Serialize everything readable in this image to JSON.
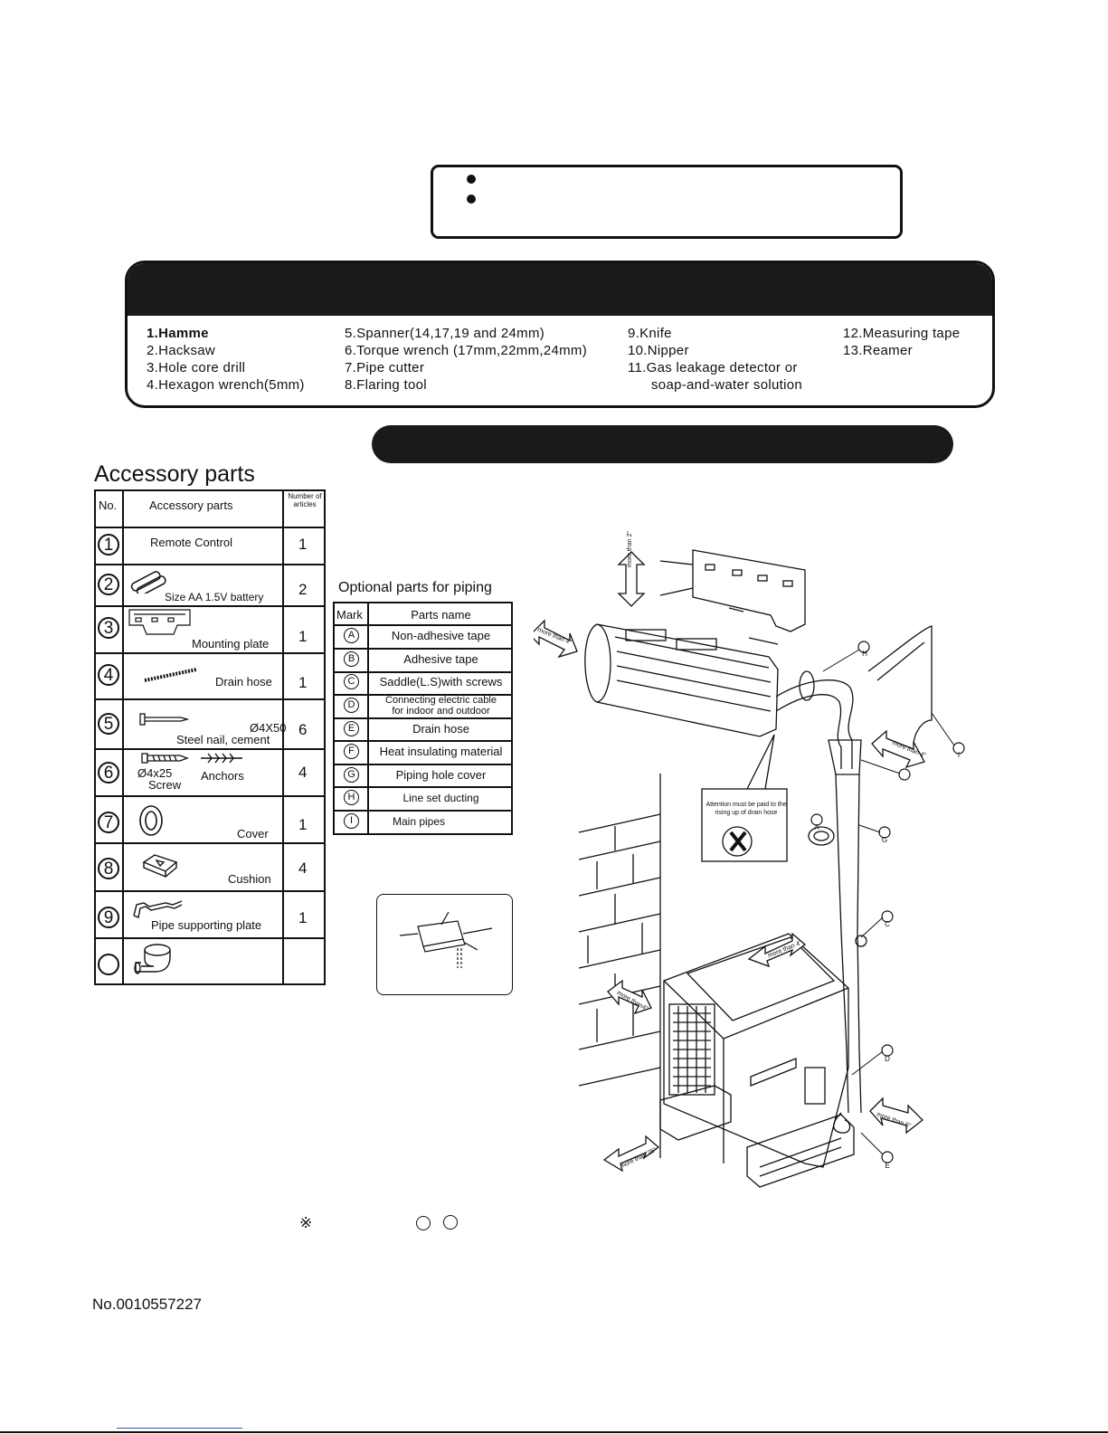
{
  "tools": {
    "col1": [
      "1.Hamme",
      "2.Hacksaw",
      "3.Hole core drill",
      "4.Hexagon wrench(5mm)"
    ],
    "col2": [
      "5.Spanner(14,17,19 and 24mm)",
      "6.Torque wrench (17mm,22mm,24mm)",
      "7.Pipe cutter",
      "8.Flaring tool"
    ],
    "col3": [
      "9.Knife",
      "10.Nipper",
      "11.Gas leakage detector or",
      "soap-and-water solution"
    ],
    "col4": [
      "12.Measuring tape",
      "13.Reamer"
    ]
  },
  "accessory": {
    "title": "Accessory parts",
    "headers": {
      "no": "No.",
      "parts": "Accessory parts",
      "count": "Number of articles"
    },
    "rows": [
      {
        "no": "1",
        "name": "Remote Control",
        "count": "1"
      },
      {
        "no": "2",
        "name": "Size AA 1.5V battery",
        "count": "2"
      },
      {
        "no": "3",
        "name": "Mounting plate",
        "count": "1"
      },
      {
        "no": "4",
        "name": "Drain hose",
        "count": "1"
      },
      {
        "no": "5",
        "name": "Ø4X50",
        "name2": "Steel nail, cement",
        "count": "6"
      },
      {
        "no": "6",
        "name": "Ø4x25",
        "name2": "Screw",
        "name3": "Anchors",
        "count": "4"
      },
      {
        "no": "7",
        "name": "Cover",
        "count": "1"
      },
      {
        "no": "8",
        "name": "Cushion",
        "count": "4"
      },
      {
        "no": "9",
        "name": "Pipe supporting plate",
        "count": "1"
      },
      {
        "no": "",
        "name": "",
        "count": ""
      }
    ]
  },
  "optional": {
    "title": "Optional parts for piping",
    "headers": {
      "mark": "Mark",
      "name": "Parts name"
    },
    "rows": [
      {
        "mark": "A",
        "name": "Non-adhesive tape"
      },
      {
        "mark": "B",
        "name": "Adhesive tape"
      },
      {
        "mark": "C",
        "name": "Saddle(L.S)with screws"
      },
      {
        "mark": "D",
        "name": "Connecting electric cable",
        "name2": "for indoor and outdoor"
      },
      {
        "mark": "E",
        "name": "Drain hose"
      },
      {
        "mark": "F",
        "name": "Heat insulating material"
      },
      {
        "mark": "G",
        "name": "Piping hole cover"
      },
      {
        "mark": "H",
        "name": "Line set ducting"
      },
      {
        "mark": "I",
        "name": "Main pipes"
      }
    ]
  },
  "diagram": {
    "clearances": {
      "top": "more than 2\"",
      "left": "more than 4\"",
      "right_pipe": "more than 4\"",
      "outdoor_top": "more than 4\"",
      "outdoor_wall": "more than4\"",
      "outdoor_side": "more than 6\"",
      "outdoor_front": "more than 25\""
    },
    "attention": "Attention must be paid to the rising up of drain hose",
    "labels": [
      "A",
      "C",
      "D",
      "E",
      "F",
      "G",
      "H",
      "I"
    ]
  },
  "note_symbol": "※",
  "footer": {
    "doc_no": "No.0010557227"
  }
}
